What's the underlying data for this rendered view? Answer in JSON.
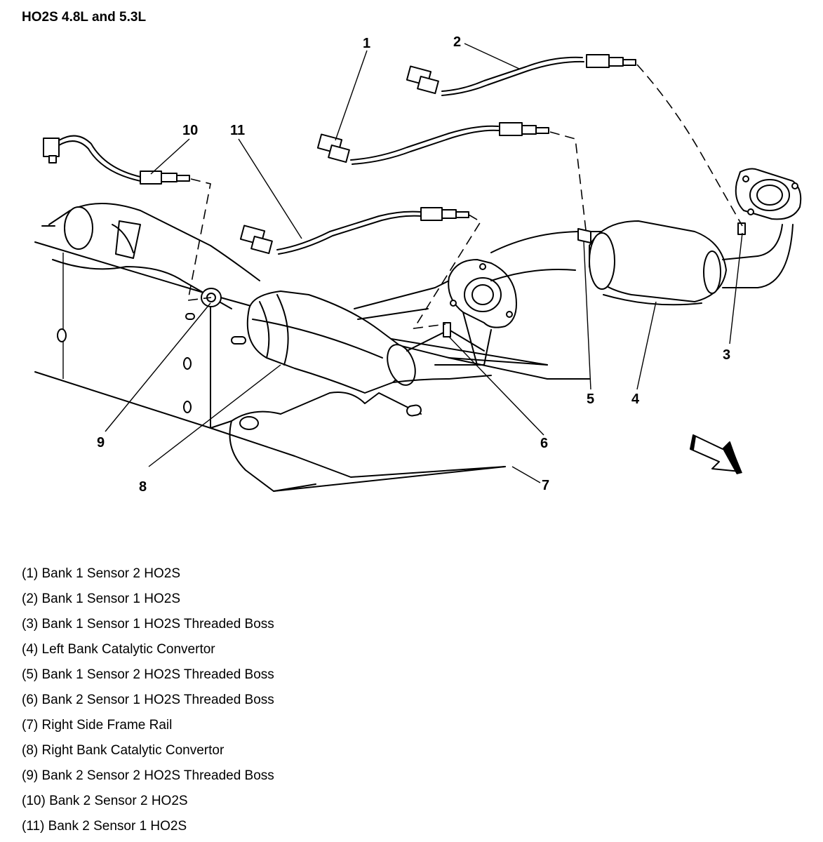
{
  "title": "HO2S 4.8L and 5.3L",
  "callouts": [
    "1",
    "2",
    "3",
    "4",
    "5",
    "6",
    "7",
    "8",
    "9",
    "10",
    "11"
  ],
  "legend": [
    "(1) Bank 1 Sensor 2 HO2S",
    "(2) Bank 1 Sensor 1 HO2S",
    "(3) Bank 1 Sensor 1 HO2S Threaded Boss",
    "(4) Left Bank Catalytic Convertor",
    "(5) Bank 1 Sensor 2 HO2S Threaded Boss",
    "(6) Bank 2 Sensor 1 HO2S Threaded Boss",
    "(7) Right Side Frame Rail",
    "(8) Right Bank Catalytic Convertor",
    "(9) Bank 2 Sensor 2 HO2S Threaded Boss",
    "(10) Bank 2 Sensor 2 HO2S",
    "(11) Bank 2 Sensor 1 HO2S"
  ],
  "icons": {
    "direction_arrow": "forward-arrow-icon"
  }
}
